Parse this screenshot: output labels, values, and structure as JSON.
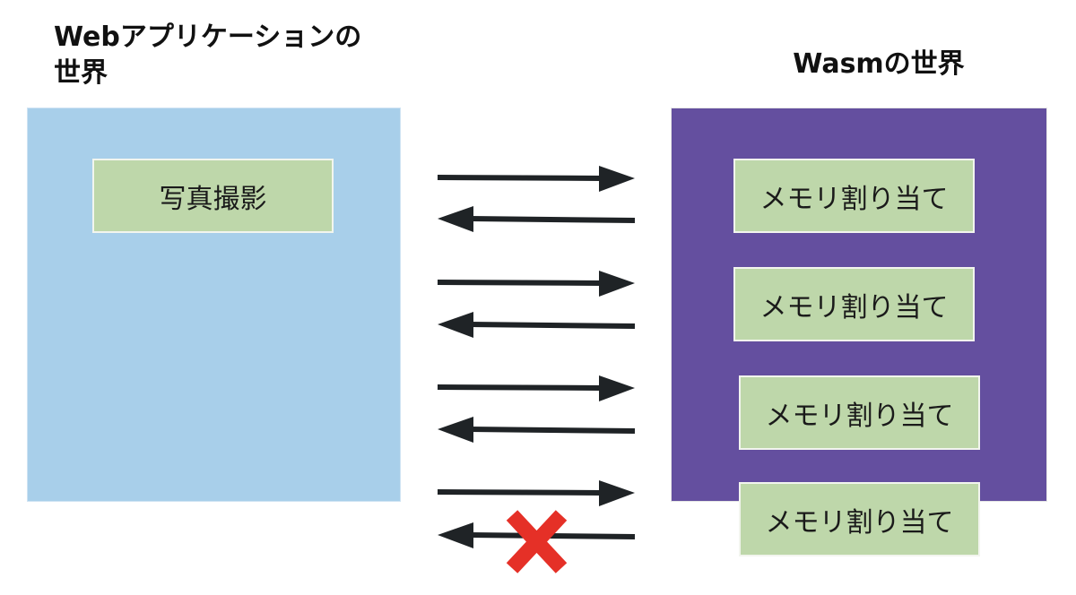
{
  "web_world": {
    "title": "Webアプリケーションの\n世界",
    "box_label": "写真撮影"
  },
  "wasm_world": {
    "title": "Wasmの世界",
    "memory_boxes": [
      "メモリ割り当て",
      "メモリ割り当て",
      "メモリ割り当て",
      "メモリ割り当て"
    ]
  },
  "colors": {
    "web_panel": "#a8cfea",
    "wasm_panel": "#644f9f",
    "box_fill": "#bed7aa",
    "arrow": "#1f2326",
    "fail_mark": "#e53027"
  },
  "icons": {
    "forward_arrow": "arrow-right-icon",
    "return_arrow": "arrow-left-icon",
    "fail_mark": "x-mark-icon"
  }
}
